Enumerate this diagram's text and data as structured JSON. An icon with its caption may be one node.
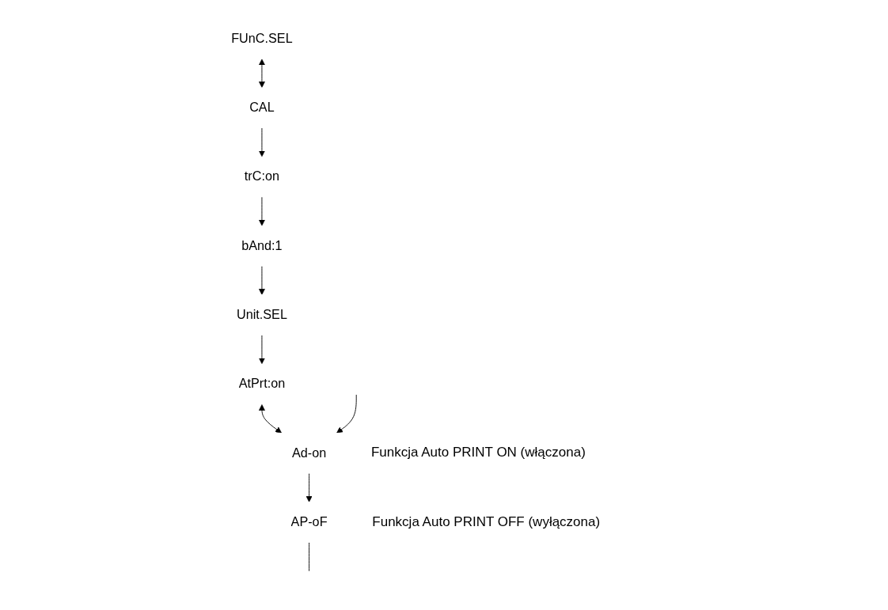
{
  "diagram": {
    "nodes": [
      {
        "text": [
          "FUnC.SEL"
        ]
      },
      {
        "text": [
          "CAL"
        ]
      },
      {
        "text": [
          "trC:on"
        ]
      },
      {
        "text": [
          "bAnd:1"
        ]
      },
      {
        "text": [
          "Unit.SEL"
        ]
      },
      {
        "text": [
          "AtPrt:on"
        ]
      },
      {
        "text": [
          "Ad-on"
        ],
        "beside": [
          "Funkcja Auto PRINT ON (włączona)"
        ]
      },
      {
        "text": [
          "AP-oF"
        ],
        "beside": [
          "Funkcja Auto PRINT OFF (wyłączona)"
        ]
      }
    ],
    "edges": [
      {
        "from": 0,
        "to": 1,
        "arrow": "both"
      },
      {
        "from": 1,
        "to": 2,
        "arrow": "to"
      },
      {
        "from": 2,
        "to": 3,
        "arrow": "to"
      },
      {
        "from": 3,
        "to": 4,
        "arrow": "to"
      },
      {
        "from": 4,
        "to": 5,
        "arrow": "to"
      },
      {
        "from": 5,
        "to": 6,
        "arrow": "both"
      },
      {
        "from": null,
        "to": 6,
        "arrow": "to"
      },
      {
        "from": 6,
        "to": 7,
        "arrow": "to"
      },
      {
        "from": 7,
        "to": null,
        "arrow": "none"
      }
    ]
  }
}
